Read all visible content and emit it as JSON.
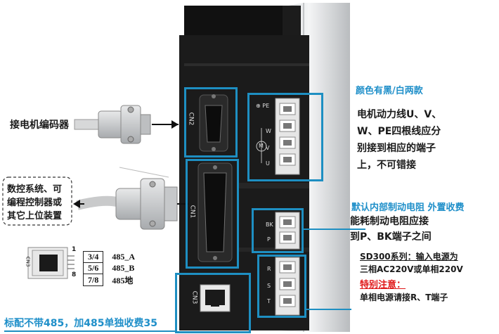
{
  "annotations": {
    "encoder_label": "接电机编码器",
    "controller_label": [
      "数控系统、可",
      "编程控制器或",
      "其它上位装置"
    ],
    "color_note": "颜色有黑/白两款",
    "motor_wire_note": [
      "电机动力线U、V、",
      "W、PE四根线应分",
      "别接到相应的端子",
      "上，不可错接"
    ],
    "brake_resistor_note": "默认内部制动电阻 外置收费",
    "brake_connect_note": [
      "能耗制动电阻应接",
      "到P、BK端子之间"
    ],
    "power_series_note": [
      "SD300系列：输入电源为",
      "三相AC220V或单相220V"
    ],
    "special_note": "特别注意：",
    "single_phase_note": "单相电源请接R、T端子",
    "standard_485_note": "标配不带485，加485单独收费35"
  },
  "connectors": {
    "cn1": "CN1",
    "cn2": "CN2",
    "cn3": "CN3"
  },
  "terminals": {
    "motor": [
      "⊕ PE",
      "W",
      "V",
      "U"
    ],
    "motor_symbol": "M",
    "brake": [
      "BK",
      "P"
    ],
    "power": [
      "R",
      "S",
      "T"
    ]
  },
  "pinout_table": {
    "rows": [
      {
        "pins": "3/4",
        "signal": "485_A"
      },
      {
        "pins": "5/6",
        "signal": "485_B"
      },
      {
        "pins": "7/8",
        "signal": "485地"
      }
    ],
    "pin_numbers": [
      "1",
      "8"
    ],
    "jack_label": "CN3"
  },
  "colors": {
    "highlight": "#1e8fc2",
    "accent_text": "#1f8fc9",
    "warning_text": "#e0191a",
    "body": "#1b1b1b"
  }
}
